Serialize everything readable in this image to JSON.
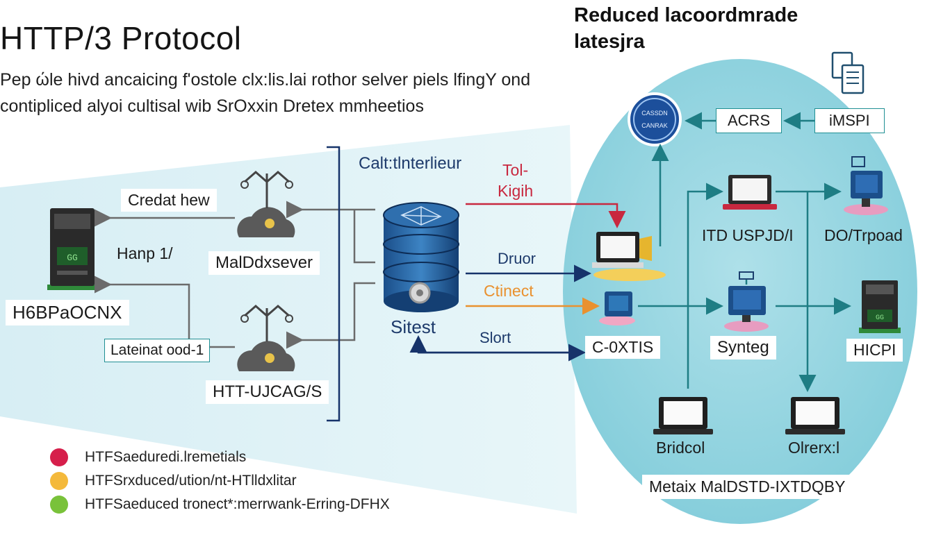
{
  "title": "HTTP/3 Protocol",
  "subtitle_lines": [
    "Pep ώle hivd ancaicing f'ostole clx:lis.lai rothor selver piels lfingY ond",
    "contipliced alyoi cultisal wib SrOxxin Dretex mmheetios"
  ],
  "right_title_lines": [
    "Reduced lacoordmrade",
    "latesjra"
  ],
  "left": {
    "server_label": "H6BPaOCNX",
    "cloud_top_label": "MalDdxsever",
    "cloud_bottom_label": "HTT-UJCAG/S",
    "arrow_labels": [
      "Credat hew",
      "Hanp 1/",
      "Lateinat ood-1"
    ]
  },
  "middle": {
    "bracket_label": "Calt:tlnterlieur",
    "database_label": "Sitest",
    "arrow_labels": [
      "Tol-\nKigih",
      "Druor",
      "Ctinect",
      "Slort"
    ]
  },
  "right": {
    "badge_text": "CASSDN\nCANRAK",
    "top_boxes": [
      "ACRS",
      "iMSPI"
    ],
    "nodes": [
      "ITD USPJD/I",
      "DO/Trpoad",
      "C-0XTIS",
      "Synteg",
      "HICPI",
      "Bridcol",
      "Olrerx:l"
    ],
    "footer": "Metaix MalDSTD-IXTDQBY"
  },
  "legend": [
    {
      "label": "HTFSaeduredi.lremetials",
      "color": "#d61f4b"
    },
    {
      "label": "HTFSrxduced/ution/nt-HTlldxlitar",
      "color": "#f4b93b"
    },
    {
      "label": "HTFSaeduced tronect*:merrwank-Erring-DFHX",
      "color": "#79c23a"
    }
  ],
  "colors": {
    "red": "#c8283f",
    "orange": "#e9912f",
    "navy": "#16336a",
    "teal": "#1e7d84"
  }
}
